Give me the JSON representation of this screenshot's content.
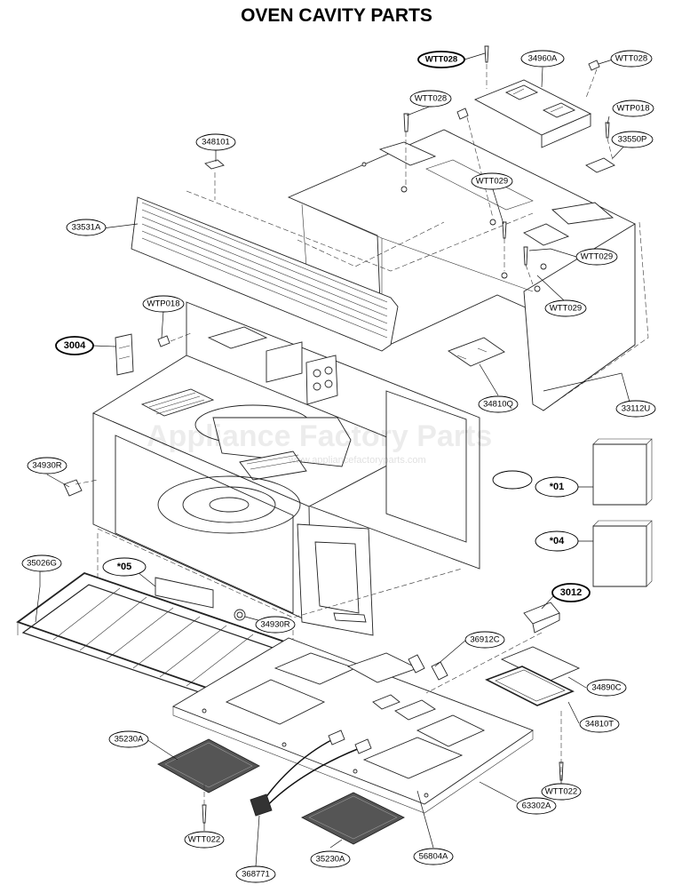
{
  "title": "OVEN CAVITY PARTS",
  "watermark": {
    "brand": "Appliance Factory Parts",
    "url": "www.appliancefactoryparts.com"
  },
  "labels": {
    "WTT028_top": "WTT028",
    "34960A": "34960A",
    "WTT028_right": "WTT028",
    "WTT028_mid": "WTT028",
    "WTP018_right": "WTP018",
    "33550P": "33550P",
    "348101": "348101",
    "WTT029_a": "WTT029",
    "33531A": "33531A",
    "WTT029_b": "WTT029",
    "WTT029_c": "WTT029",
    "WTP018_left": "WTP018",
    "3004": "3004",
    "34810Q": "34810Q",
    "33112U": "33112U",
    "34930R_left": "34930R",
    "star01": "*01",
    "star04": "*04",
    "35026G": "35026G",
    "star05": "*05",
    "3012": "3012",
    "34930R_bottom": "34930R",
    "36912C": "36912C",
    "34890C": "34890C",
    "34810T": "34810T",
    "35230A_left": "35230A",
    "WTT022_right": "WTT022",
    "63302A": "63302A",
    "WTT022_left": "WTT022",
    "35230A_bottom": "35230A",
    "56804A": "56804A",
    "368771": "368771"
  },
  "blank_callout": ""
}
